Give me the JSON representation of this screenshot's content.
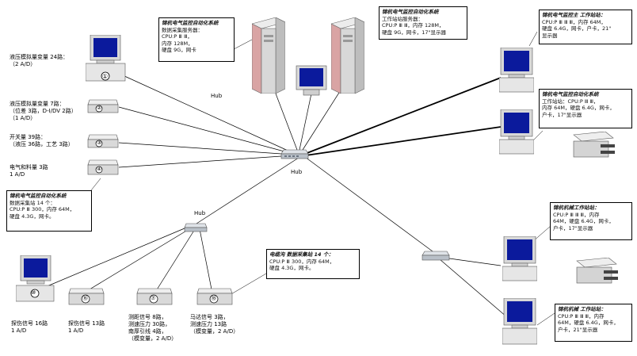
{
  "hubs": {
    "main_label": "Hub",
    "main_caption": "Hub",
    "left_label": "Hub"
  },
  "callouts": {
    "db_server": {
      "title": "锦杭电气监控自动化系统",
      "lines": [
        "数据采集服务器：",
        "CPU:P Ⅲ Ⅲ，",
        "内存 128M，",
        "硬盘 9G，网卡"
      ]
    },
    "ws_server": {
      "title": "锦杭电气监控自动化系统",
      "lines": [
        "工作站站服务器：",
        "CPU:P Ⅲ Ⅲ，内存 128M，",
        "硬盘 9G，网卡，17\"显示器"
      ]
    },
    "top_right": {
      "title": "锦杭电气监控主 工作站站：",
      "lines": [
        "CPU:P Ⅲ Ⅲ Ⅲ，内存 64M，",
        "硬盘 6.4G，网卡，户卡，21\"",
        "显示器"
      ]
    },
    "mid_right": {
      "title": "锦杭电气监控自动化系统",
      "lines": [
        "工作站站：CPU:P Ⅲ Ⅲ，",
        "内存 64M，硬盘 6.4G，网卡，",
        "户卡，17\"显示器"
      ]
    },
    "lower_right": {
      "title": "锦杭机械工作站站：",
      "lines": [
        "CPU:P Ⅲ Ⅲ Ⅲ，内存",
        "64M，硬盘 6.4G，网卡，",
        "户卡，17\"显示器"
      ]
    },
    "bottom_right": {
      "title": "锦杭机械 工作站站：",
      "lines": [
        "CPU:P Ⅲ Ⅲ Ⅲ，内存",
        "64M，硬盘 6.4G，网卡，",
        "户卡，21\"显示器"
      ]
    },
    "left_collector": {
      "title": "锦杭电气监控自动化系统",
      "lines": [
        "数据采集站 14 个：",
        "CPU:P Ⅲ 300，内存 64M，",
        "硬盘 4.3G，网卡。"
      ]
    },
    "bottom_collector": {
      "title": "电缆沟 数据采集站 14 个：",
      "lines": [
        "CPU:P Ⅲ 300，内存 64M，",
        "硬盘 4.3G，网卡。"
      ]
    }
  },
  "labels": {
    "l1": [
      "液压模拟量变量 24路：",
      "（2 A/D）"
    ],
    "l2": [
      "液压模拟量变量 7路：",
      "（位差 3路，D-I/DV 2路）",
      "（1 A/D）"
    ],
    "l3": [
      "开关量 39路：",
      "（液压 36路，工艺 3路）"
    ],
    "l4": [
      "电气和料量 3路",
      "1 A/D"
    ],
    "b1": [
      "探伤信号 16路",
      "1 A/D"
    ],
    "b2": [
      "探伤信号 13路",
      "1 A/D"
    ],
    "b3": [
      "测距信号 8路，",
      "测速压力 30路，",
      "南厚引线 4路，",
      "（模变量，2 A/D）"
    ],
    "b4": [
      "马达信号 3路，",
      "测速压力 13路",
      "（模变量，2 A/D）"
    ]
  },
  "station_numbers": {
    "s1": "①",
    "s2": "②",
    "s3": "③",
    "s4": "④",
    "s5": "⑩",
    "s6": "⑯",
    "s7": "⑦",
    "s8": "⑱"
  }
}
